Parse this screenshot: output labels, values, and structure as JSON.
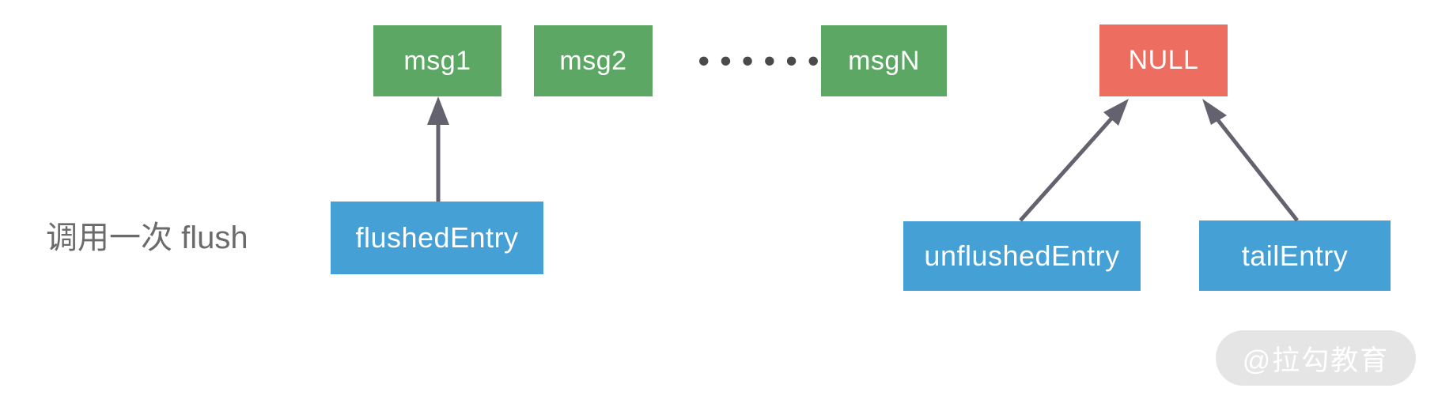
{
  "caption": "调用一次 flush",
  "queue": {
    "msg1": "msg1",
    "msg2": "msg2",
    "ellipsis": "••••••",
    "msgN": "msgN",
    "null_node": "NULL"
  },
  "pointers": {
    "flushed": "flushedEntry",
    "unflushed": "unflushedEntry",
    "tail": "tailEntry"
  },
  "watermark": "@拉勾教育",
  "colors": {
    "canvas-bg": "#FFFFFF",
    "green": "#5BA763",
    "red": "#ED6E60",
    "blue": "#45A0D6",
    "arrow": "#65626F",
    "caption-text": "#6B6B6B",
    "dots": "#4A4A4A",
    "watermark-bg": "#E3E3E3",
    "watermark-text": "#FFFFFF"
  }
}
